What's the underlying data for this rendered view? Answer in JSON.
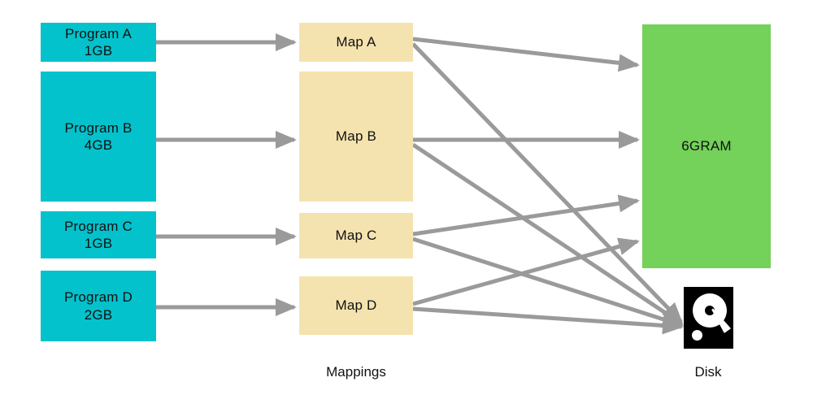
{
  "diagram": {
    "title_hidden": "",
    "colors": {
      "program_fill": "#03C2CC",
      "map_fill": "#F5E3AF",
      "ram_fill": "#74D159",
      "arrow": "#9A9A9A",
      "disk_icon": "#000000",
      "text": "#111111",
      "background": "#ffffff"
    },
    "programs": [
      {
        "name": "Program A",
        "size": "1GB"
      },
      {
        "name": "Program B",
        "size": "4GB"
      },
      {
        "name": "Program C",
        "size": "1GB"
      },
      {
        "name": "Program D",
        "size": "2GB"
      }
    ],
    "maps": [
      {
        "label": "Map A"
      },
      {
        "label": "Map B"
      },
      {
        "label": "Map C"
      },
      {
        "label": "Map D"
      }
    ],
    "maps_caption": "Mappings",
    "memory": {
      "label": "6GRAM"
    },
    "disk": {
      "label": "Disk",
      "icon": "hard-disk-icon"
    },
    "program_to_map_edges": [
      {
        "from": "Program A",
        "to": "Map A"
      },
      {
        "from": "Program B",
        "to": "Map B"
      },
      {
        "from": "Program C",
        "to": "Map C"
      },
      {
        "from": "Program D",
        "to": "Map D"
      }
    ],
    "map_to_storage_edges": [
      {
        "from": "Map A",
        "to": "6GRAM"
      },
      {
        "from": "Map A",
        "to": "Disk"
      },
      {
        "from": "Map B",
        "to": "6GRAM"
      },
      {
        "from": "Map B",
        "to": "Disk"
      },
      {
        "from": "Map C",
        "to": "6GRAM"
      },
      {
        "from": "Map C",
        "to": "Disk"
      },
      {
        "from": "Map D",
        "to": "6GRAM"
      },
      {
        "from": "Map D",
        "to": "Disk"
      }
    ]
  }
}
